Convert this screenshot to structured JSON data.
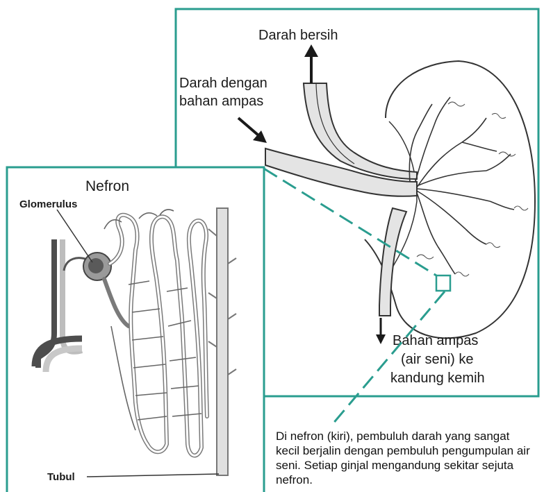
{
  "labels": {
    "clean_blood": "Darah bersih",
    "dirty_blood_line1": "Darah dengan",
    "dirty_blood_line2": "bahan ampas",
    "waste_line1": "Bahan ampas",
    "waste_line2": "(air seni) ke",
    "waste_line3": "kandung kemih",
    "nephron_title": "Nefron",
    "glomerulus": "Glomerulus",
    "tubule": "Tubul"
  },
  "caption": "Di nefron (kiri), pembuluh darah yang sangat kecil berjalin dengan pembuluh pengumpulan air seni. Setiap ginjal mengandung sekitar sejuta nefron.",
  "colors": {
    "frame": "#2a9d8f",
    "vessel_fill": "#e4e4e4",
    "outline": "#333333",
    "glomerulus_dark": "#555555",
    "tube_dark": "#4d4d4d"
  }
}
